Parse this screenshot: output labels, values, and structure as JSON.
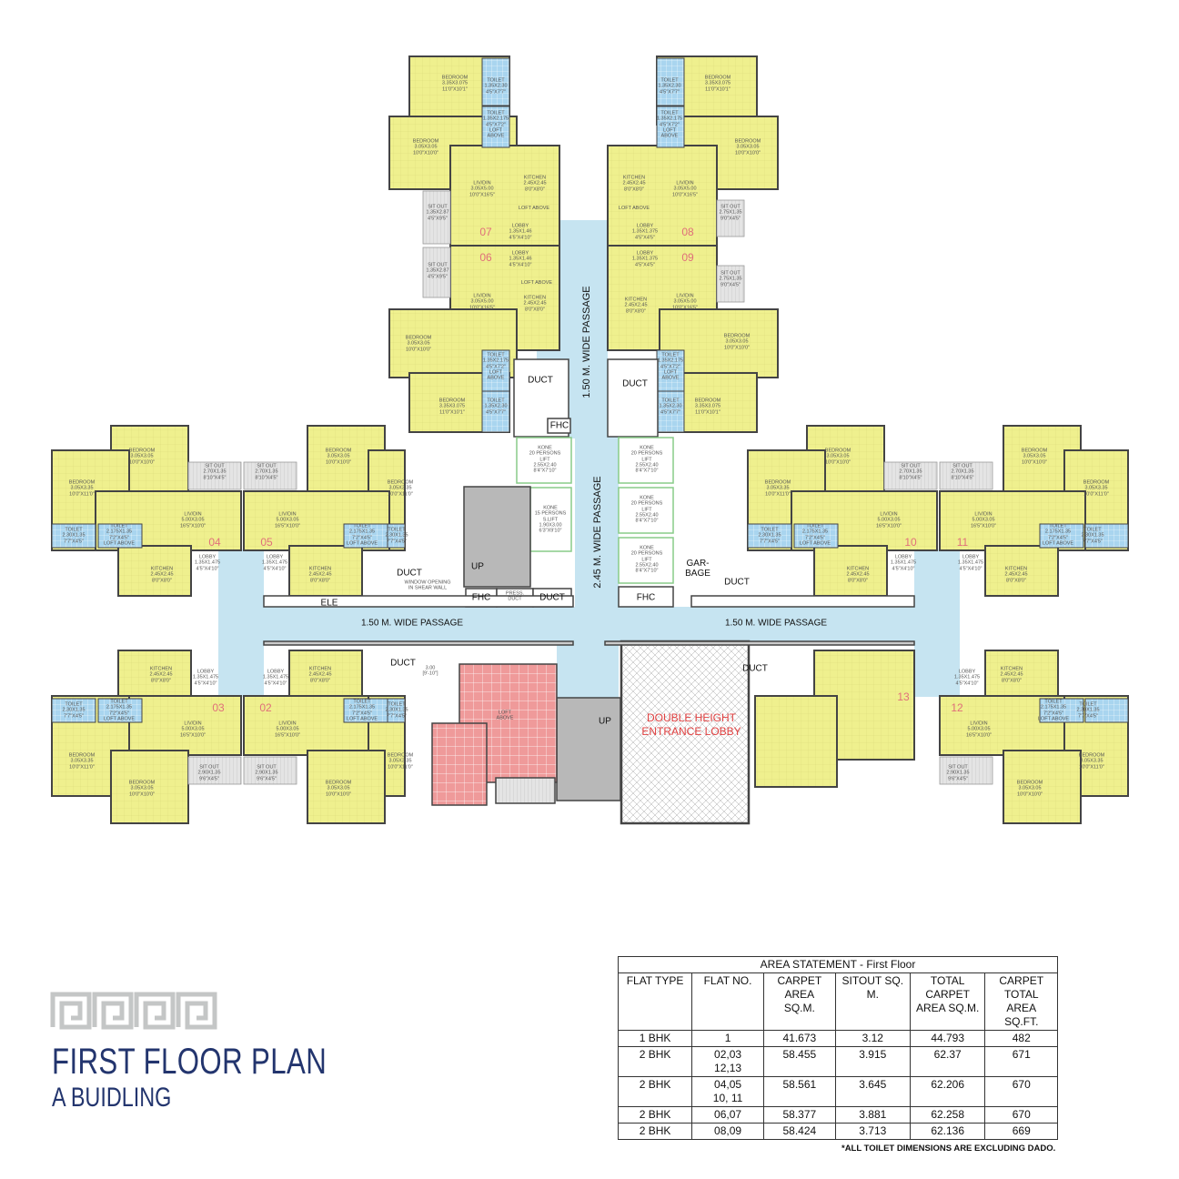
{
  "title": {
    "main": "FIRST FLOOR PLAN",
    "sub": "A BUIDLING"
  },
  "colors": {
    "flat_fill": "#eff08e",
    "passage": "#c6e4f1",
    "toilet": "#a9d5ef",
    "flat01": "#ef9a9a",
    "title": "#23356e",
    "stair": "#b8b8b8"
  },
  "units": [
    "07",
    "06",
    "08",
    "09",
    "04",
    "05",
    "10",
    "11",
    "03",
    "02",
    "12",
    "13"
  ],
  "rooms": {
    "bed_l": "BEDROOM\n3.35X3.075\n11'0\"X10'1\"",
    "bed_m": "BEDROOM\n3.05X3.05\n10'0\"X10'0\"",
    "bed_w": "BEDROOM\n3.05X3.35\n10'0\"X11'0\"",
    "toilet_a": "TOILET\n1.35X2.30\n4'5\"X7'7\"",
    "toilet_b": "TOILET\n1.35X2.175\n4'5\"X7'2\"\nLOFT\nABOVE",
    "livdin_v": "LIV/DIN\n3.05X5.00\n10'0\"X16'5\"",
    "livdin_h": "LIV/DIN\n5.00X3.05\n16'5\"X10'0\"",
    "kitchen": "KITCHEN\n2.45X2.45\n8'0\"X8'0\"",
    "loft_above": "LOFT ABOVE",
    "sitout_a": "SIT OUT\n1.35X2.87\n4'5\"X9'5\"",
    "sitout_b": "SIT OUT\n2.75X1.35\n9'0\"X4'5\"",
    "sitout_c": "SIT OUT\n2.70X1.35\n8'10\"X4'5\"",
    "sitout_d": "SIT OUT\n2.90X1.35\n9'6\"X4'5\"",
    "lobby_a": "LOBBY\n1.35X1.46\n4'5\"X4'10\"",
    "lobby_b": "LOBBY\n1.35X1.375\n4'5\"X4'5\"",
    "lobby_c": "LOBBY\n1.35X1.475\n4'5\"X4'10\"",
    "toilet_c": "TOILET\n2.30X1.35\n7'7\"X4'5\"",
    "toilet_d": "TOILET\n2.175X1.35\n7'2\"X4'5\"\nLOFT ABOVE"
  },
  "core": {
    "duct": "DUCT",
    "fhc": "FHC",
    "lift": "KONE\n20 PERSONS\nLIFT\n2.55X2.40\n8'4\"X7'10\"",
    "service_lift": "KONE\n15 PERSONS\nS.LIFT\n1.90X3.00\n6'3\"X9'10\"",
    "up": "UP",
    "window_opening": "WINDOW OPENING\nIN SHEAR WALL",
    "press_duct": "PRESS.\nDUCT",
    "garbage": "GAR-\nBAGE",
    "ele": "ELE",
    "passage_150": "1.50 M. WIDE PASSAGE",
    "passage_245": "2.45 M. WIDE PASSAGE",
    "lobby_entrance": "DOUBLE HEIGHT\nENTRANCE LOBBY",
    "height_dim": "3.00\n[9'-10\"]",
    "flat01_loft": "LOFT\nABOVE"
  },
  "area_statement": {
    "title": "AREA STATEMENT - First Floor",
    "headers": [
      "FLAT TYPE",
      "FLAT NO.",
      "CARPET\nAREA\nSQ.M.",
      "SITOUT SQ.\nM.",
      "TOTAL\nCARPET\nAREA SQ.M.",
      "CARPET\nTOTAL\nAREA\nSQ.FT."
    ],
    "rows": [
      [
        "1 BHK",
        "1",
        "41.673",
        "3.12",
        "44.793",
        "482"
      ],
      [
        "2 BHK",
        "02,03\n12,13",
        "58.455",
        "3.915",
        "62.37",
        "671"
      ],
      [
        "2 BHK",
        "04,05\n10, 11",
        "58.561",
        "3.645",
        "62.206",
        "670"
      ],
      [
        "2 BHK",
        "06,07",
        "58.377",
        "3.881",
        "62.258",
        "670"
      ],
      [
        "2 BHK",
        "08,09",
        "58.424",
        "3.713",
        "62.136",
        "669"
      ]
    ],
    "note": "*ALL TOILET DIMENSIONS ARE EXCLUDING DADO."
  }
}
